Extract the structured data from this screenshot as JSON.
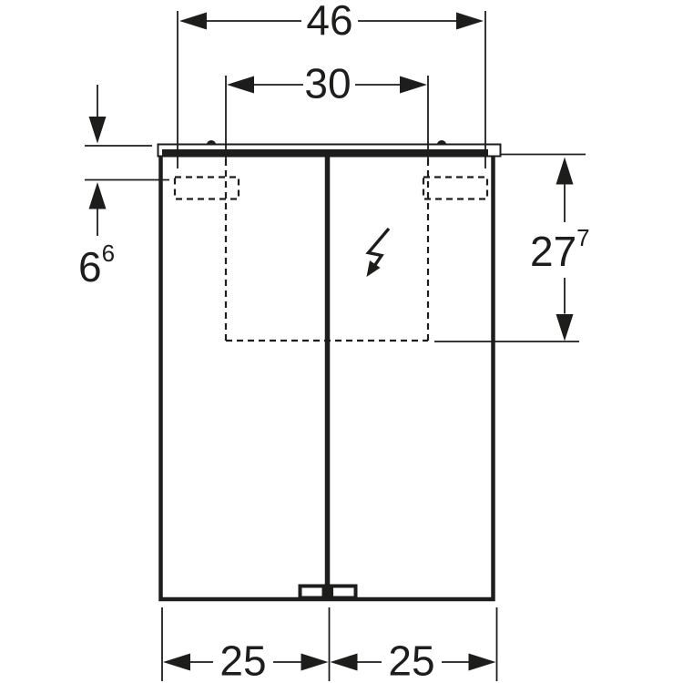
{
  "canvas": {
    "background": "#ffffff",
    "ink_color": "#1d1d1b"
  },
  "drawing": {
    "kind": "mirror-cabinet-front-elevation",
    "dimensions": {
      "overall_width": "46",
      "recess_width": "30",
      "top_offset_main": "6",
      "top_offset_sup": "6",
      "recess_height_main": "27",
      "recess_height_sup": "7",
      "bottom_left_door": "25",
      "bottom_right_door": "25"
    },
    "icons": {
      "electrical_connection": "lightning-bolt"
    }
  }
}
